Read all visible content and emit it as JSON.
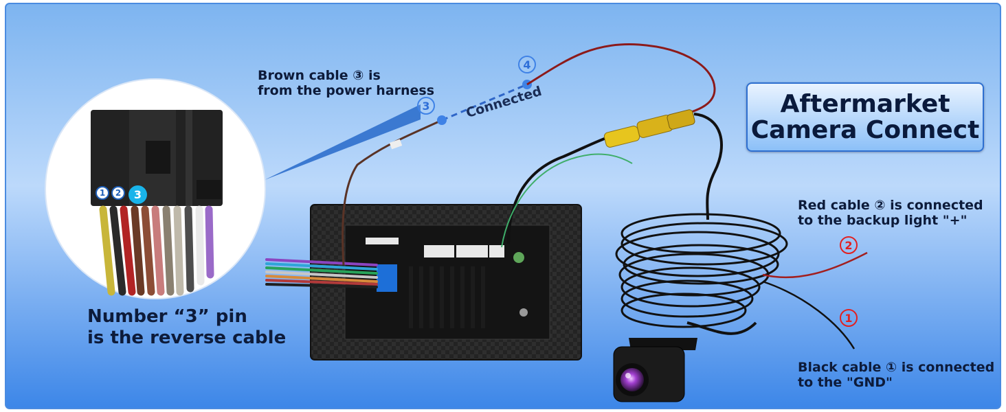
{
  "title": {
    "line1": "Aftermarket",
    "line2": "Camera Connect"
  },
  "annotations": {
    "brown_cable": {
      "line1": "Brown cable ③ is",
      "line2": "from the power harness"
    },
    "reverse_pin": {
      "line1": "Number “3” pin",
      "line2": "is the reverse cable"
    },
    "red_cable": {
      "line1": "Red cable ② is connected",
      "line2": "to the backup light \"+\""
    },
    "black_cable": {
      "line1": "Black cable ① is connected",
      "line2": "to the \"GND\""
    },
    "connected": "Connected"
  },
  "markers": {
    "m1": "1",
    "m2": "2",
    "m3": "3",
    "m4": "4"
  },
  "pin_labels": {
    "p1": "1",
    "p2": "2",
    "p3": "3"
  },
  "colors": {
    "background_top": "#6fa9ee",
    "background_bottom": "#2f7fe6",
    "marker_blue": "#3f82e6",
    "marker_red": "#e22020",
    "title_text": "#0a1a3c"
  }
}
